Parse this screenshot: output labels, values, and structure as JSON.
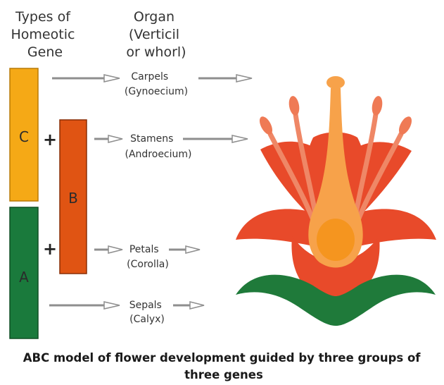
{
  "headers": {
    "gene_types": [
      "Types of",
      "Homeotic",
      "Gene"
    ],
    "organ": [
      "Organ",
      "(Verticil",
      "or whorl)"
    ]
  },
  "genes": {
    "c": {
      "label": "C",
      "color": "#f5a916"
    },
    "b": {
      "label": "B",
      "color": "#e05413"
    },
    "a": {
      "label": "A",
      "color": "#1a7a3c"
    },
    "plus": "+"
  },
  "organs": {
    "carpels": {
      "name": "Carpels",
      "detail": "(Gynoecium)"
    },
    "stamens": {
      "name": "Stamens",
      "detail": "(Androecium)"
    },
    "petals": {
      "name": "Petals",
      "detail": "(Corolla)"
    },
    "sepals": {
      "name": "Sepals",
      "detail": "(Calyx)"
    }
  },
  "caption": [
    "ABC model of flower development guided by three groups of",
    "three genes"
  ],
  "colors": {
    "petal_red": "#e84a2a",
    "petal_light": "#ef7a55",
    "pistil": "#f7a24a",
    "ovary": "#f5951f",
    "sepal_green": "#1f7a3a",
    "arrow_gray": "#8e8e8e"
  }
}
